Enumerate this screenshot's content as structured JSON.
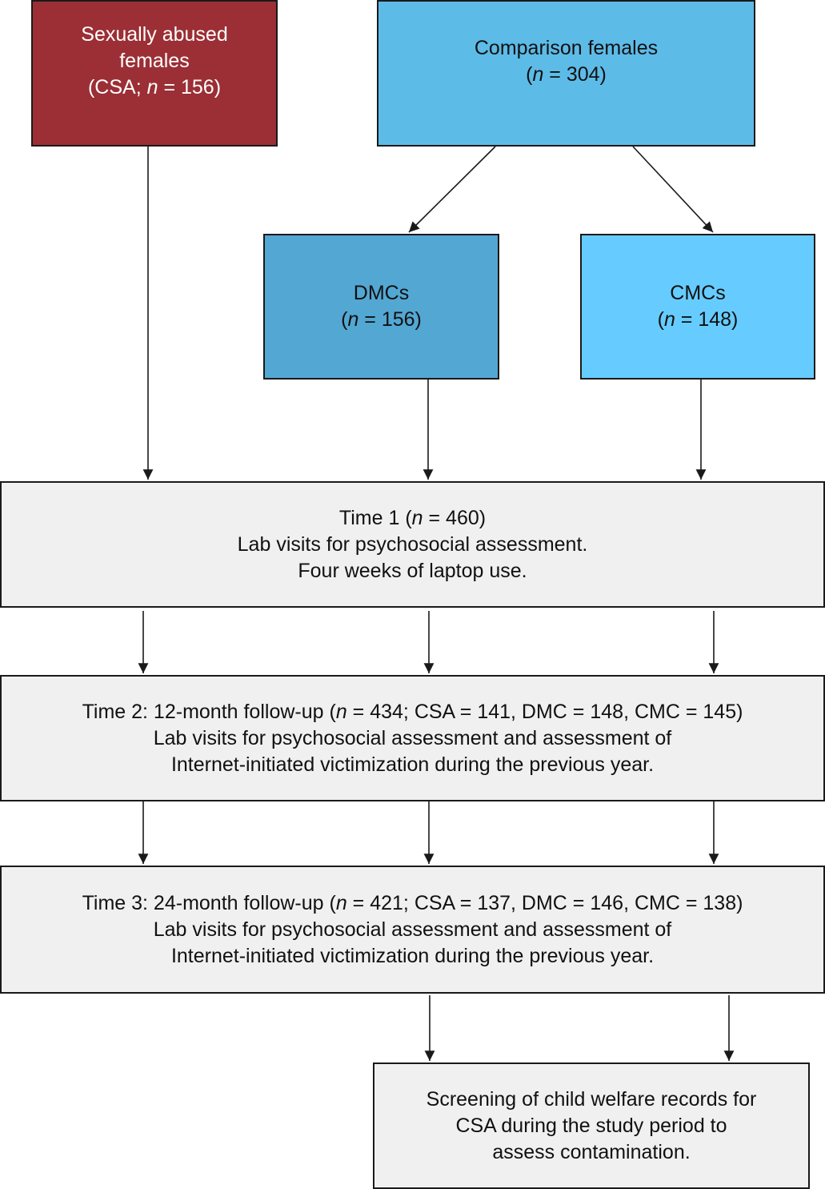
{
  "boxes": {
    "csa": {
      "line1": "Sexually abused",
      "line2": "females",
      "line3_pre": "(CSA; ",
      "line3_n": "n",
      "line3_post": " = 156)"
    },
    "comparison": {
      "line1": "Comparison females",
      "line2_pre": "(",
      "line2_n": "n",
      "line2_post": " = 304)"
    },
    "dmc": {
      "line1": "DMCs",
      "line2_pre": "(",
      "line2_n": "n",
      "line2_post": " = 156)"
    },
    "cmc": {
      "line1": "CMCs",
      "line2_pre": "(",
      "line2_n": "n",
      "line2_post": " = 148)"
    },
    "time1": {
      "line1_pre": "Time 1 (",
      "line1_n": "n",
      "line1_post": " = 460)",
      "line2": "Lab visits for psychosocial assessment.",
      "line3": "Four weeks of laptop use."
    },
    "time2": {
      "line1_pre": "Time 2: 12-month follow-up (",
      "line1_n": "n",
      "line1_post": " = 434; CSA = 141, DMC = 148, CMC = 145)",
      "line2": "Lab visits for psychosocial assessment and assessment of",
      "line3": "Internet-initiated victimization during the previous year."
    },
    "time3": {
      "line1_pre": "Time 3: 24-month follow-up (",
      "line1_n": "n",
      "line1_post": " = 421; CSA = 137, DMC = 146, CMC = 138)",
      "line2": "Lab visits for psychosocial assessment and assessment of",
      "line3": "Internet-initiated victimization during the previous year."
    },
    "screening": {
      "line1": "Screening of child welfare records for",
      "line2": "CSA during the study period to",
      "line3": "assess contamination."
    }
  },
  "colors": {
    "csa": "#9b2f35",
    "comparison": "#5dbbe8",
    "dmc": "#53a7d3",
    "cmc": "#66ccff",
    "timepoint": "#f0f0f0"
  }
}
